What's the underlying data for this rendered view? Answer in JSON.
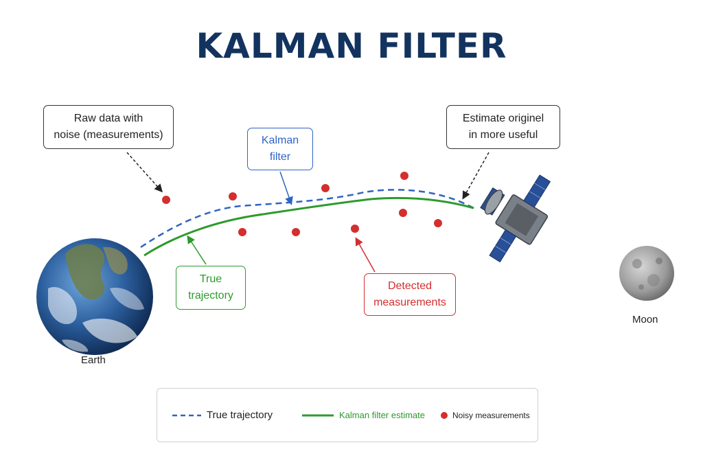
{
  "title": "KALMAN FILTER",
  "callouts": {
    "raw": [
      "Raw data with",
      "noise (measurements)"
    ],
    "kalman": [
      "Kalman",
      "filter"
    ],
    "estimate": [
      "Estimate originel",
      "in more useful"
    ],
    "true_traj": [
      "True",
      "trajectory"
    ],
    "detected": [
      "Detected",
      "measurements"
    ]
  },
  "bodies": {
    "earth": "Earth",
    "moon": "Moon"
  },
  "legend": {
    "true_trajectory": "True trajectory",
    "kalman_estimate": "Kalman filter estimate",
    "noisy": "Noisy measurements"
  },
  "colors": {
    "title": "#13335f",
    "dashed_path": "#2f63c4",
    "solid_path": "#2c9a2c",
    "measurement": "#d42e2e"
  },
  "icons": [
    "earth-icon",
    "moon-icon",
    "satellite-icon"
  ]
}
